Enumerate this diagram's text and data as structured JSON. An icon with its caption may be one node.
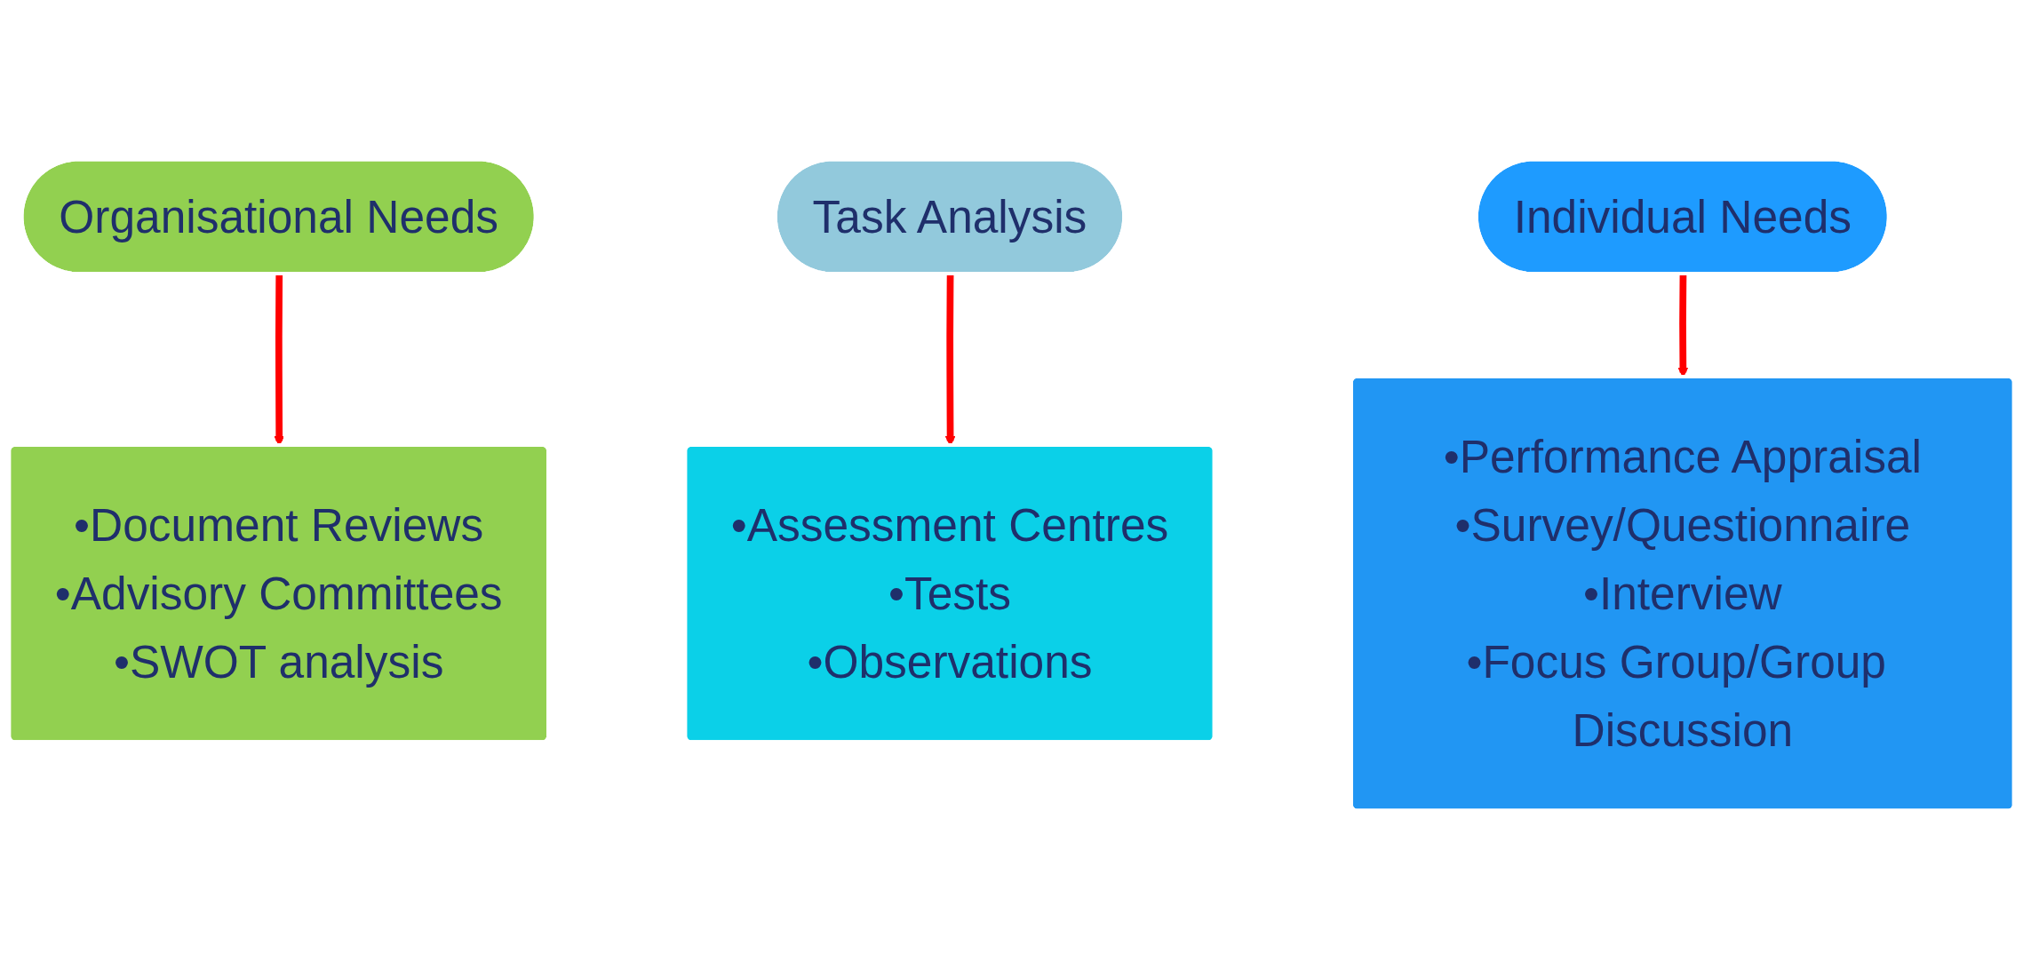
{
  "diagram": {
    "nodes": [
      {
        "text": [
          "Organisational Needs"
        ]
      },
      {
        "text": [
          "•Document Reviews",
          "•Advisory Committees",
          "•SWOT analysis"
        ]
      },
      {
        "text": [
          "Task Analysis"
        ]
      },
      {
        "text": [
          "•Assessment Centres",
          "•Tests",
          "•Observations"
        ]
      },
      {
        "text": [
          "Individual Needs"
        ]
      },
      {
        "text": [
          "•Performance Appraisal",
          "•Survey/Questionnaire",
          "•Interview",
          "•Focus Group/Group Discussion"
        ]
      }
    ],
    "edges": [
      {
        "from": 0,
        "to": 1,
        "arrow": "to"
      },
      {
        "from": 2,
        "to": 3,
        "arrow": "to"
      },
      {
        "from": 4,
        "to": 5,
        "arrow": "to"
      }
    ]
  }
}
